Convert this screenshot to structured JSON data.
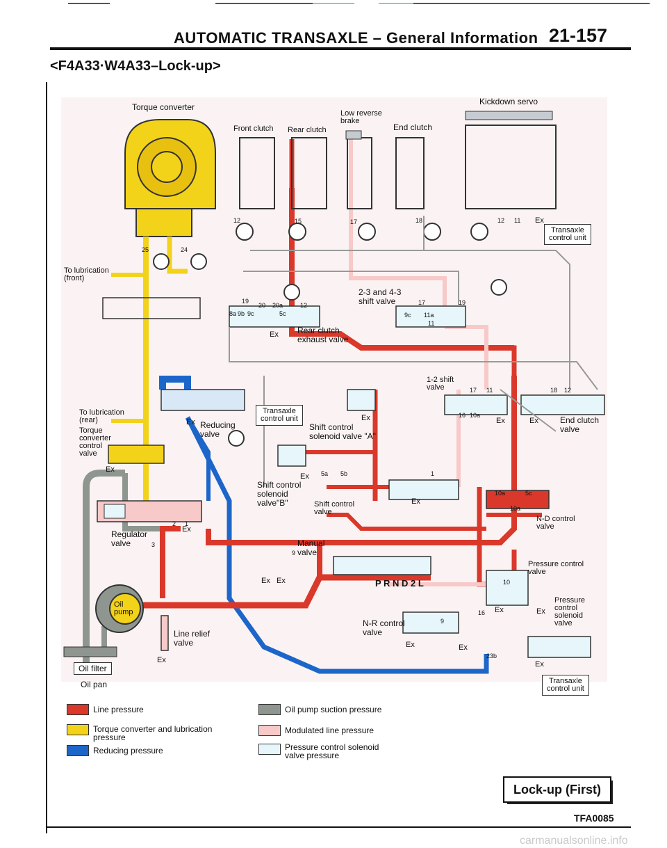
{
  "header": {
    "title": "AUTOMATIC TRANSAXLE – General Information",
    "page_number": "21-157",
    "section": "<F4A33·W4A33–Lock-up>"
  },
  "diagram": {
    "labels": {
      "torque_converter": "Torque converter",
      "kickdown_servo": "Kickdown servo",
      "low_reverse_brake": "Low reverse\nbrake",
      "front_clutch": "Front clutch",
      "rear_clutch": "Rear clutch",
      "end_clutch": "End clutch",
      "tcu_top": "Transaxle\ncontrol unit",
      "to_lubrication_front": "To lubrication\n(front)",
      "shift_valve_23_43": "2-3 and 4-3\nshift valve",
      "rear_clutch_exhaust_valve": "Rear clutch\nexhaust valve",
      "shift_valve_12": "1-2 shift\nvalve",
      "to_lubrication_rear": "To lubrication\n(rear)",
      "torque_converter_control_valve": "Torque\nconverter\ncontrol\nvalve",
      "reducing_valve": "Reducing\nvalve",
      "tcu_mid": "Transaxle\ncontrol unit",
      "shift_control_solenoid_a": "Shift control\nsolenoid valve \"A\"",
      "end_clutch_valve": "End clutch\nvalve",
      "shift_control_solenoid_b": "Shift control\nsolenoid\nvalve\"B\"",
      "shift_control_valve": "Shift control\nvalve",
      "nd_control_valve": "N-D control\nvalve",
      "regulator_valve": "Regulator\nvalve",
      "manual_valve": "Manual\nvalve",
      "prnd2l": "P R N D 2 L",
      "pressure_control_valve": "Pressure control\nvalve",
      "oil_pump": "Oil\npump",
      "pressure_control_solenoid_valve": "Pressure\ncontrol\nsolenoid\nvalve",
      "nr_control_valve": "N-R control\nvalve",
      "line_relief_valve": "Line relief\nvalve",
      "oil_filter": "Oil filter",
      "oil_pan": "Oil pan",
      "tcu_bottom": "Transaxle\ncontrol unit",
      "ex": "Ex"
    },
    "port_numbers": [
      "12",
      "15",
      "17",
      "18",
      "12",
      "11",
      "25",
      "24",
      "19",
      "20",
      "20a",
      "12",
      "17",
      "19",
      "8a",
      "9b",
      "9c",
      "5c",
      "9c",
      "11a",
      "11",
      "17",
      "11",
      "18",
      "12",
      "16",
      "10a",
      "5a",
      "5b",
      "1",
      "10a",
      "5c",
      "10a",
      "9",
      "10",
      "16",
      "9",
      "23b",
      "3",
      "2",
      "1"
    ]
  },
  "legend": [
    {
      "color": "#d9382a",
      "label": "Line pressure"
    },
    {
      "color": "#f3d21a",
      "label": "Torque converter and lubrication\npressure"
    },
    {
      "color": "#1d66c9",
      "label": "Reducing pressure"
    },
    {
      "color": "#8f9690",
      "label": "Oil pump suction pressure"
    },
    {
      "color": "#f7c9c8",
      "label": "Modulated line pressure"
    },
    {
      "color": "#e6f6fb",
      "label": "Pressure control solenoid\nvalve pressure"
    }
  ],
  "footer": {
    "mode": "Lock-up (First)",
    "figure_code": "TFA0085",
    "watermark": "carmanualsonline.info"
  },
  "colors": {
    "line": "#d9382a",
    "torque": "#f3d21a",
    "reducing": "#1d66c9",
    "suction": "#8f9690",
    "modulated": "#f7c9c8",
    "solenoid": "#e6f6fb"
  }
}
